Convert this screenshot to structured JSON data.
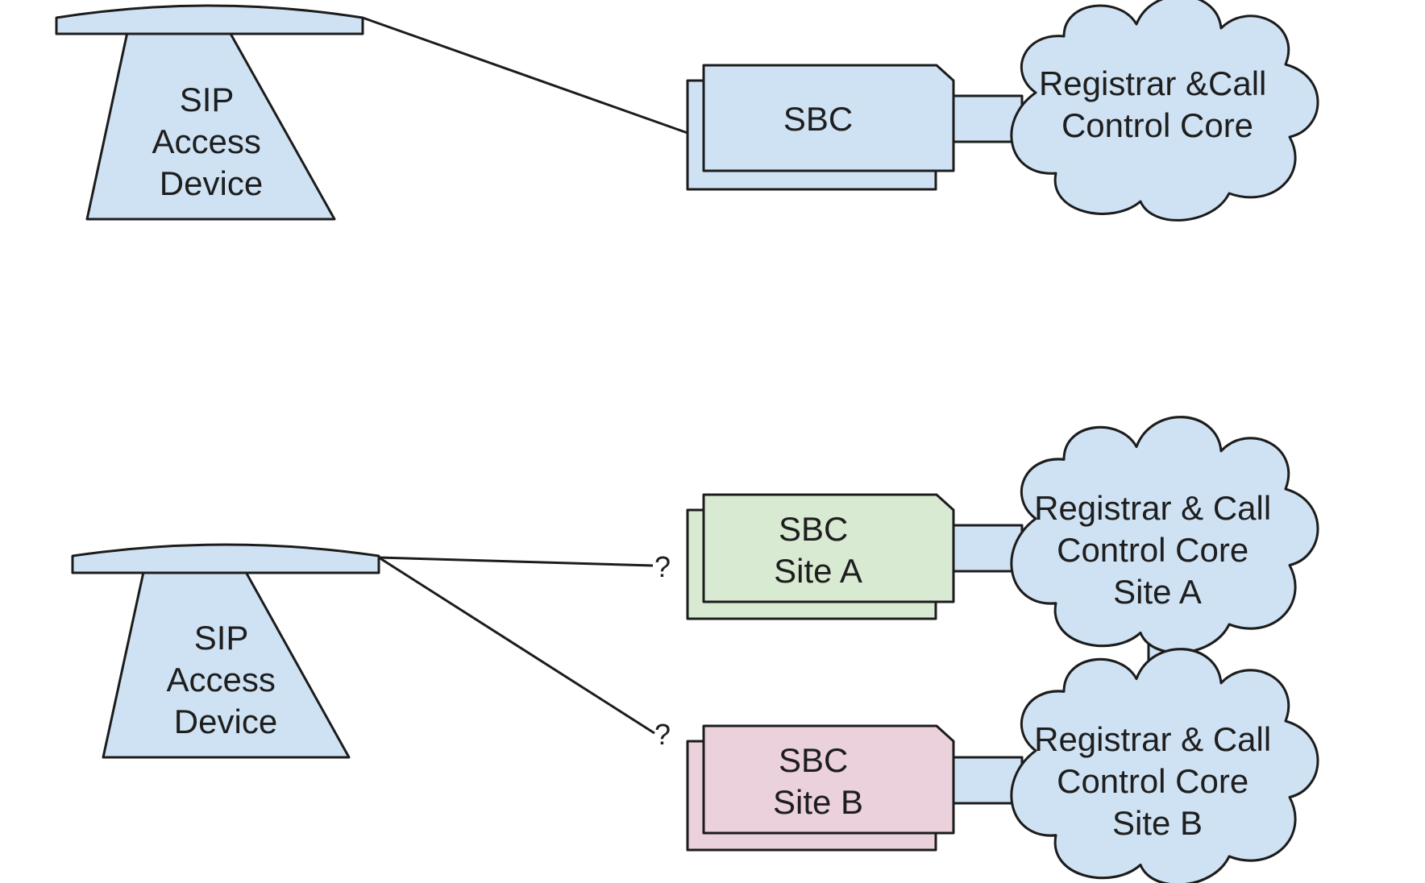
{
  "colors": {
    "blue_fill": "#cfe2f3",
    "green_fill": "#d9ead3",
    "pink_fill": "#ead1dc",
    "stroke": "#1c1c1c"
  },
  "top": {
    "device": {
      "label_lines": [
        "SIP",
        "Access",
        "Device"
      ]
    },
    "sbc": {
      "label_lines": [
        "SBC"
      ]
    },
    "core": {
      "label_lines": [
        "Registrar &Call",
        "Control Core"
      ]
    }
  },
  "bottom": {
    "device": {
      "label_lines": [
        "SIP",
        "Access",
        "Device"
      ]
    },
    "sbc_a": {
      "label_lines": [
        "SBC",
        "Site A"
      ]
    },
    "sbc_b": {
      "label_lines": [
        "SBC",
        "Site B"
      ]
    },
    "core_a": {
      "label_lines": [
        "Registrar & Call",
        "Control Core",
        "Site A"
      ]
    },
    "core_b": {
      "label_lines": [
        "Registrar & Call",
        "Control Core",
        "Site B"
      ]
    },
    "unknown_link_a": "?",
    "unknown_link_b": "?"
  }
}
